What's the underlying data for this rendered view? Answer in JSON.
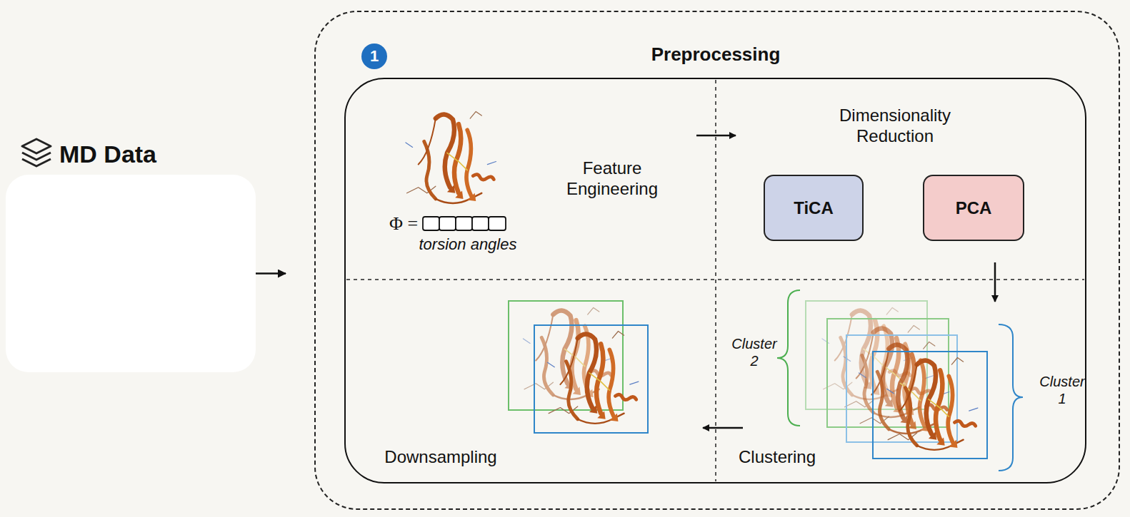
{
  "diagram": {
    "nodes": [
      {
        "text": [
          "MD Data"
        ]
      },
      {
        "text": [
          "Preprocessing"
        ]
      },
      {
        "text": [
          "1"
        ],
        "in": 1
      },
      {
        "text": [
          "TiCA"
        ],
        "in": 1
      },
      {
        "text": [
          "PCA"
        ],
        "in": 1
      }
    ],
    "edges": [
      {
        "from": 0,
        "to": 1,
        "arrow": "to"
      }
    ],
    "labels": [
      "Feature Engineering",
      "Dimensionality Reduction",
      "Φ =",
      "torsion angles",
      "Clustering",
      "Downsampling",
      "Cluster 2",
      "Cluster 1"
    ]
  }
}
